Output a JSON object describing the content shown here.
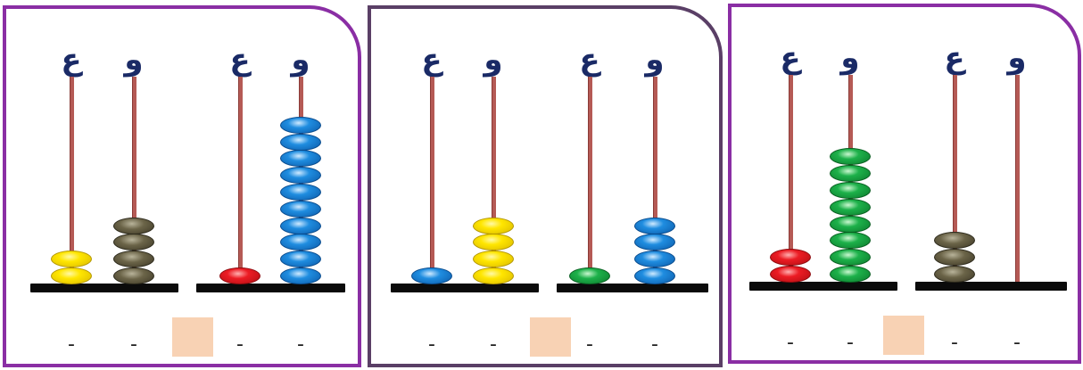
{
  "panels": [
    {
      "abaci": [
        {
          "rods": [
            {
              "label": "ع",
              "beads": 2,
              "color": "yellow"
            },
            {
              "label": "و",
              "beads": 4,
              "color": "brown"
            }
          ],
          "answers": [
            "-",
            "-"
          ]
        },
        {
          "rods": [
            {
              "label": "ع",
              "beads": 1,
              "color": "red"
            },
            {
              "label": "و",
              "beads": 10,
              "color": "blue"
            }
          ],
          "answers": [
            "-",
            "-"
          ]
        }
      ]
    },
    {
      "abaci": [
        {
          "rods": [
            {
              "label": "ع",
              "beads": 1,
              "color": "blue"
            },
            {
              "label": "و",
              "beads": 4,
              "color": "yellow"
            }
          ],
          "answers": [
            "-",
            "-"
          ]
        },
        {
          "rods": [
            {
              "label": "ع",
              "beads": 1,
              "color": "green"
            },
            {
              "label": "و",
              "beads": 4,
              "color": "blue"
            }
          ],
          "answers": [
            "-",
            "-"
          ]
        }
      ]
    },
    {
      "abaci": [
        {
          "rods": [
            {
              "label": "ع",
              "beads": 2,
              "color": "red"
            },
            {
              "label": "و",
              "beads": 8,
              "color": "green"
            }
          ],
          "answers": [
            "-",
            "-"
          ]
        },
        {
          "rods": [
            {
              "label": "ع",
              "beads": 3,
              "color": "brown"
            },
            {
              "label": "و",
              "beads": 0,
              "color": "none"
            }
          ],
          "answers": [
            "-",
            "-"
          ]
        }
      ]
    }
  ]
}
